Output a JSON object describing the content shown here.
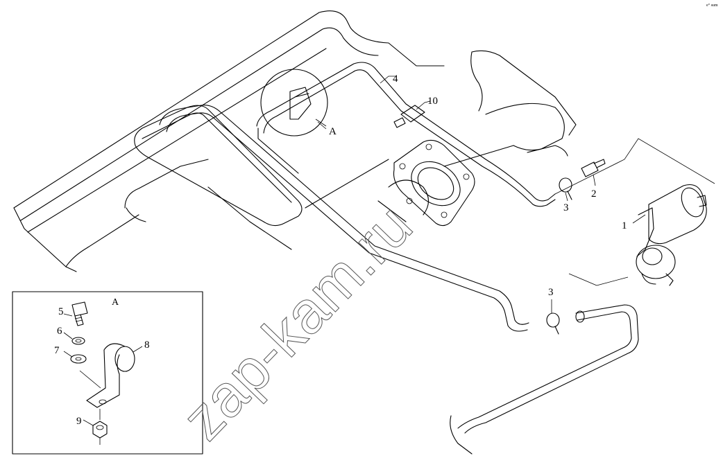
{
  "labels": {
    "p1": "1",
    "p2": "2",
    "p3a": "3",
    "p3b": "3",
    "p4": "4",
    "p5": "5",
    "p6": "6",
    "p7": "7",
    "p8": "8",
    "p9": "9",
    "p10": "10",
    "detail_ref": "A",
    "inset_title": "A"
  },
  "watermark": "zap-kam.ru",
  "corner_mark": "e° sum"
}
